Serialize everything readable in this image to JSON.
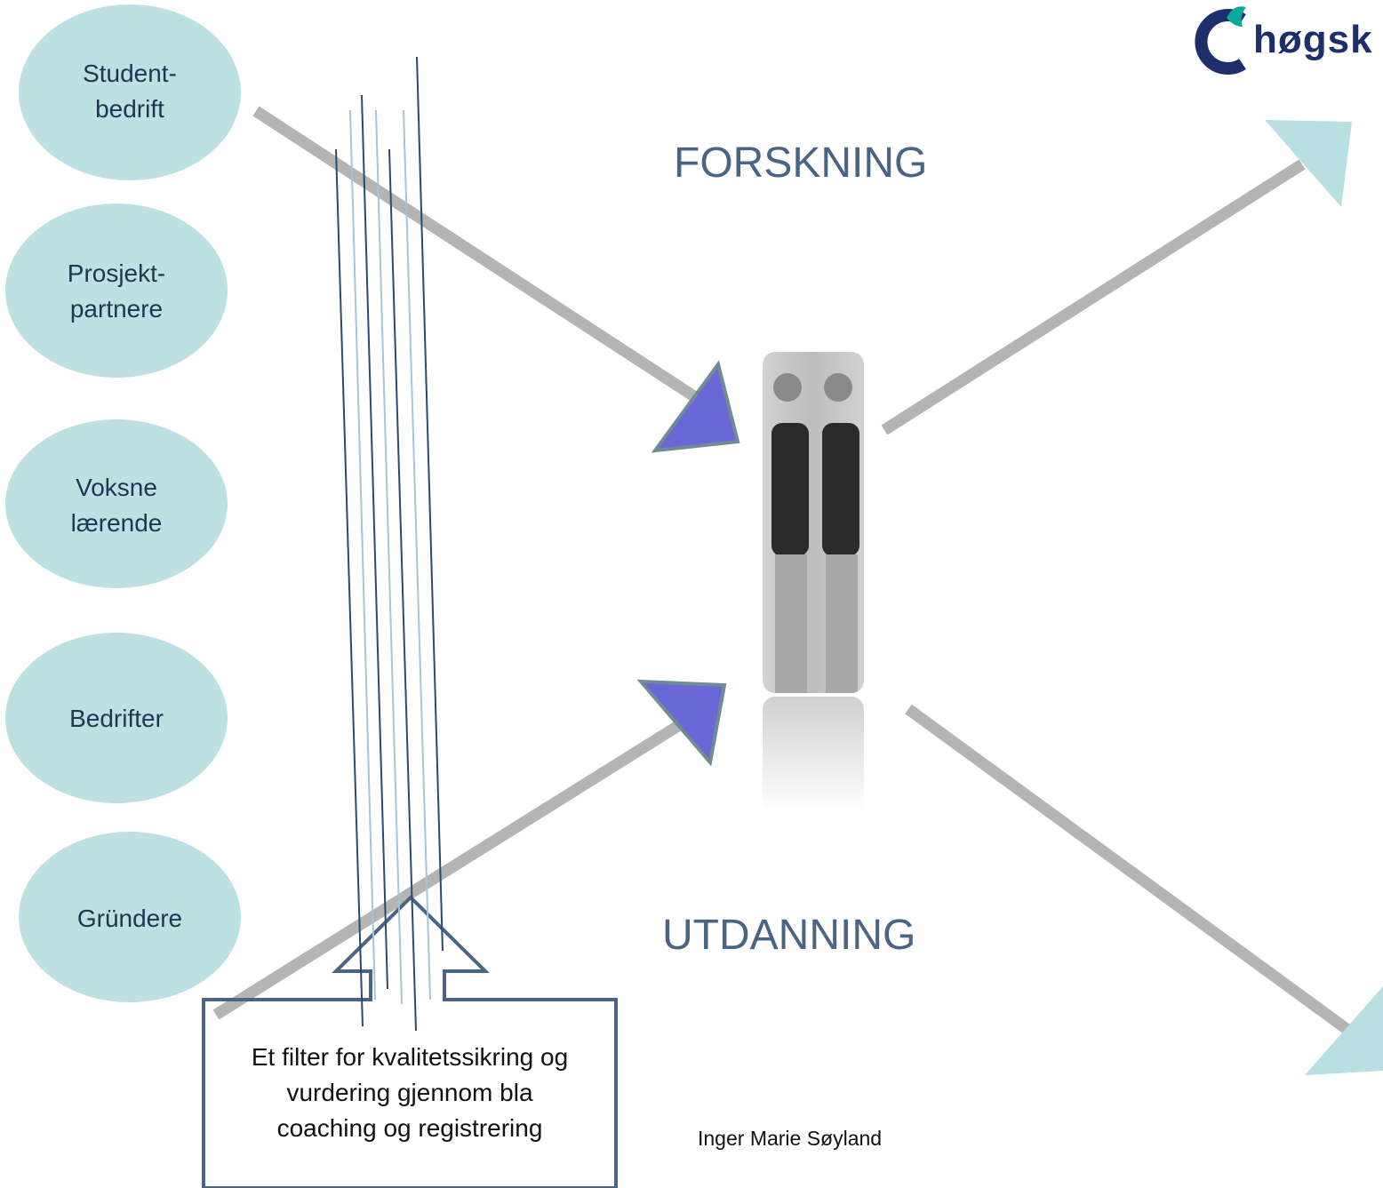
{
  "logo": {
    "text": "høgsk"
  },
  "headings": {
    "top": "FORSKNING",
    "bottom": "UTDANNING"
  },
  "ellipses": [
    {
      "lines": [
        "Student-",
        "bedrift"
      ]
    },
    {
      "lines": [
        "Prosjekt-",
        "partnere"
      ]
    },
    {
      "lines": [
        "Voksne",
        "lærende"
      ]
    },
    {
      "lines": [
        "Bedrifter"
      ]
    },
    {
      "lines": [
        "Gründere"
      ]
    }
  ],
  "filter_box": {
    "line1": "Et filter for kvalitetssikring  og",
    "line2": "vurdering gjennom bla",
    "line3": "coaching  og registrering"
  },
  "author": "Inger Marie Søyland",
  "colors": {
    "ellipse_fill": "#bde1e3",
    "arrow_shaft": "#b4b4b4",
    "arrowhead_in": "#6a68d6",
    "arrowhead_out": "#b8dfe2",
    "box_stroke": "#4a6584",
    "filter_lines_dark": "#2c4a6e",
    "filter_lines_light": "#a8c4d8"
  },
  "photo": {
    "description_icon": "person-photo-icon"
  }
}
